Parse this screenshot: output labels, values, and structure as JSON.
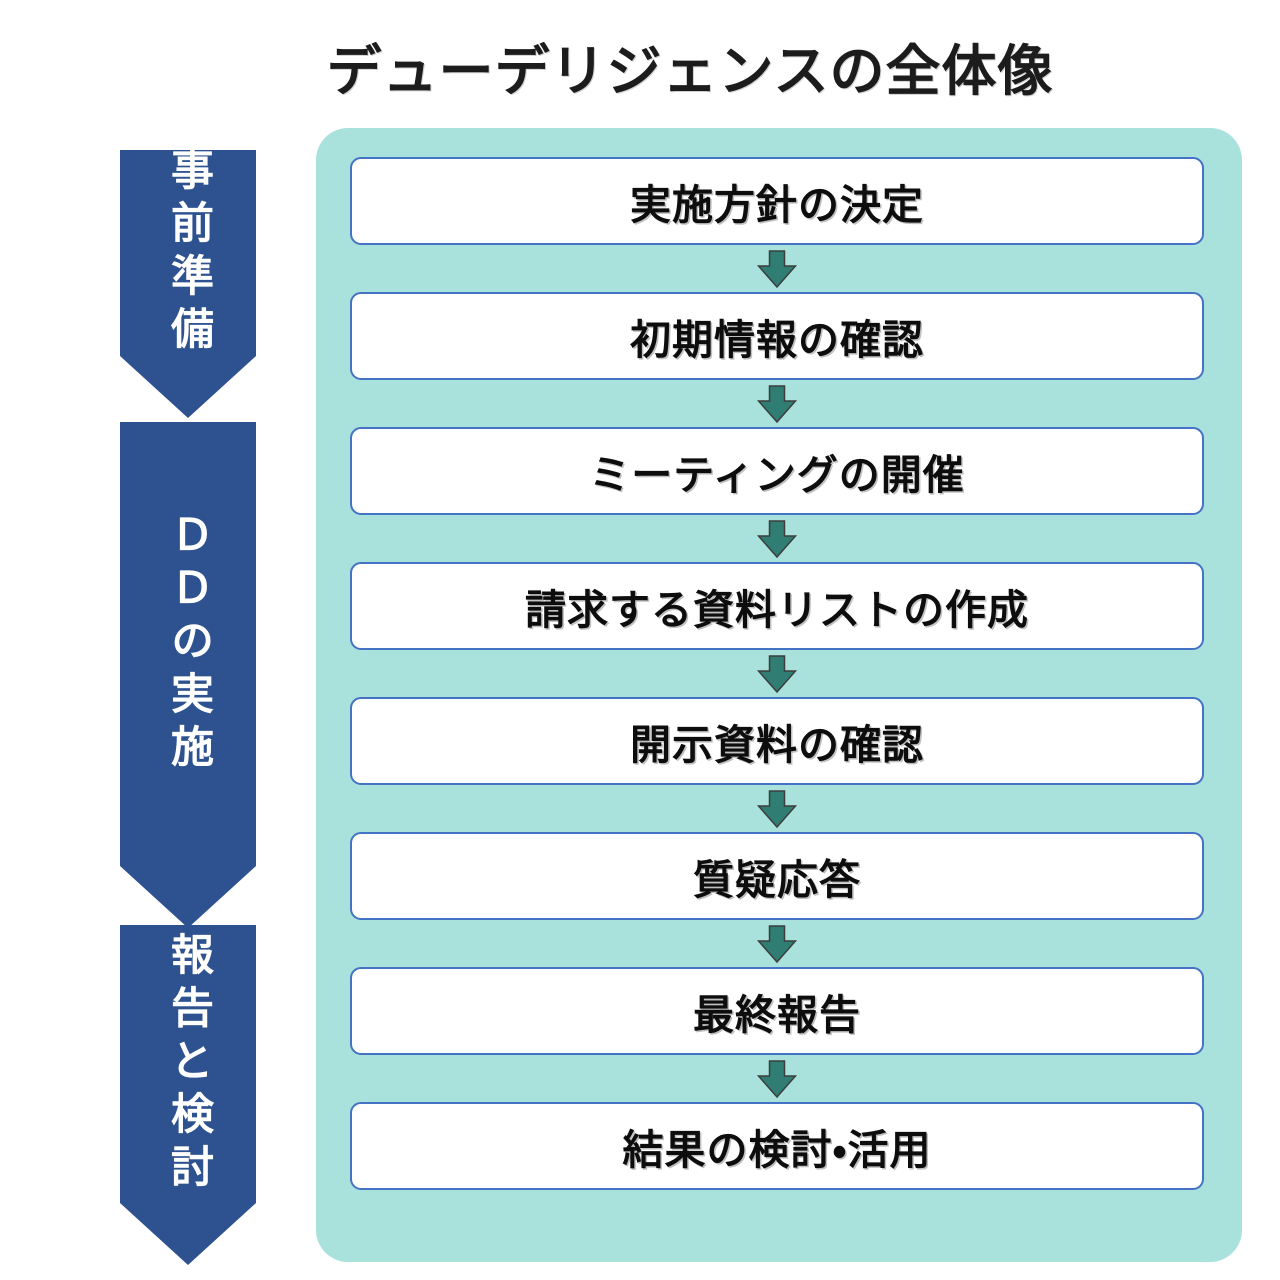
{
  "title": "デューデリジェンスの全体像",
  "phases": [
    {
      "label": "事前準備"
    },
    {
      "label": "ＤＤの実施"
    },
    {
      "label": "報告と検討"
    }
  ],
  "steps": [
    {
      "label": "実施方針の決定"
    },
    {
      "label": "初期情報の確認"
    },
    {
      "label": "ミーティングの開催"
    },
    {
      "label": "請求する資料リストの作成"
    },
    {
      "label": "開示資料の確認"
    },
    {
      "label": "質疑応答"
    },
    {
      "label": "最終報告"
    },
    {
      "label": "結果の検討・活用"
    }
  ],
  "colors": {
    "phase_arrow_blue": "#2E528F",
    "panel_teal": "#A9E2DD",
    "connector_teal": "#2F7D73",
    "connector_outline": "#3D3D3D",
    "box_border_blue": "#4472C4",
    "text_black": "#0D0D0D",
    "phase_text_white": "#FFFFFF"
  }
}
